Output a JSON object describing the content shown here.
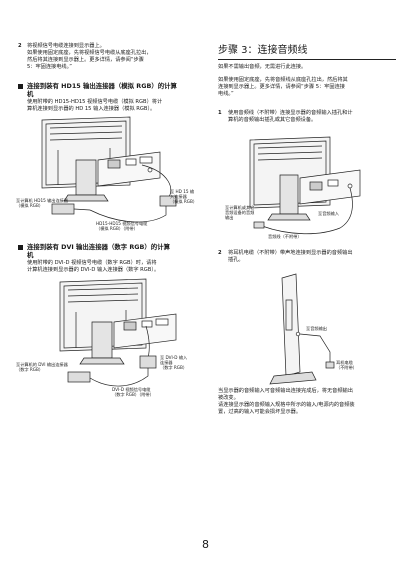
{
  "left": {
    "step2": {
      "num": "2",
      "line1": "将视频信号电缆连接到显示器上。",
      "line2": "如果使用固定底座，先将视频信号电缆从底座孔拉出，",
      "line3": "然后将其连接到显示器上。更多详情，请参阅“步骤",
      "line4": "5：牢固连接电线。”"
    },
    "sec1": {
      "title1": "连接到装有 HD15 输出连接器（模拟 RGB）的计算",
      "title2": "机",
      "desc1": "使用附带的 HD15-HD15 视频信号电缆（模拟 RGB）将计",
      "desc2": "算机连接到显示器的 HD 15 输入连接器（模拟 RGB）。",
      "lbl_in1": "至 HD 15 输",
      "lbl_in2": "入连接器",
      "lbl_in3": "（模拟 RGB）",
      "lbl_pc1": "至计算机 HD15 输出连接器",
      "lbl_pc2": "（模拟 RGB）",
      "lbl_cable1": "HD15-HD15 视频信号电缆",
      "lbl_cable2": "（模拟 RGB）（附带）"
    },
    "sec2": {
      "title1": "连接到装有 DVI 输出连接器（数字 RGB）的计算",
      "title2": "机",
      "desc1": "使用附带的 DVI-D 视频信号电缆（数字 RGB）时，请将",
      "desc2": "计算机连接到显示器的 DVI-D 输入连接器（数字 RGB）。",
      "lbl_in1": "至 DVI-D 输入",
      "lbl_in2": "连接器",
      "lbl_in3": "（数字 RGB）",
      "lbl_pc1": "至计算机的 DVI 输出连接器",
      "lbl_pc2": "（数字 RGB）",
      "lbl_cable1": "DVI-D 视频信号电缆",
      "lbl_cable2": "（数字 RGB）（附带）"
    }
  },
  "right": {
    "step3_title": "步骤 3：连接音频线",
    "intro": "如果不需输出音频，无需进行此连接。",
    "p1": "如果使用固定底座，先将音频线从底座孔拉出，然后将其",
    "p2": "连接到显示器上。更多详情，请参阅“步骤 5：牢固连接",
    "p3": "电线。”",
    "item1": {
      "num": "1",
      "line1": "使用音频线（不附带）连接显示器的音频输入插孔和计",
      "line2": "算机的音频输出插孔或其它音频设备。",
      "lbl_out1": "至计算机或其它",
      "lbl_out2": "音频设备的音频",
      "lbl_out3": "输出",
      "lbl_in": "至音频输入",
      "lbl_cable": "音频线（不附带）"
    },
    "item2": {
      "num": "2",
      "line1": "将耳机电缆（不附带）带声地连接到显示器的音频输出",
      "line2": "插孔。",
      "lbl_out": "至音频输出",
      "lbl_hp1": "耳机电缆",
      "lbl_hp2": "（不附带）"
    },
    "note1": "当显示器的音频输入可音频输出连接完成后，将无音频输出",
    "note2": "被改变。",
    "note3": "请连接显示器的音频输入规格中所示的输入/电源内的音频装",
    "note4": "置，过高的输入可能会损坏显示器。"
  },
  "page_number": "8"
}
